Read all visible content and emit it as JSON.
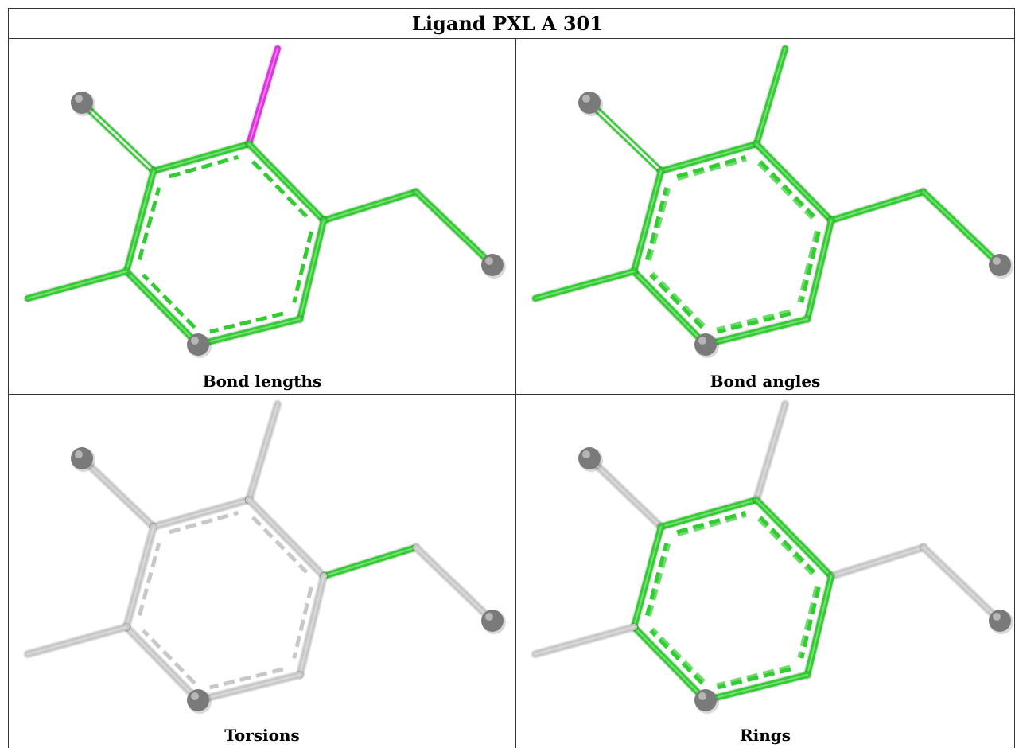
{
  "title": "Ligand PXL A 301",
  "panels": [
    {
      "caption": "Bond lengths"
    },
    {
      "caption": "Bond angles"
    },
    {
      "caption": "Torsions"
    },
    {
      "caption": "Rings"
    }
  ],
  "colors": {
    "ok": "#33cc33",
    "outlier": "#e033e0",
    "neutral": "#c8c8c8",
    "atom": "#7a7a7a",
    "border": "#333333"
  }
}
